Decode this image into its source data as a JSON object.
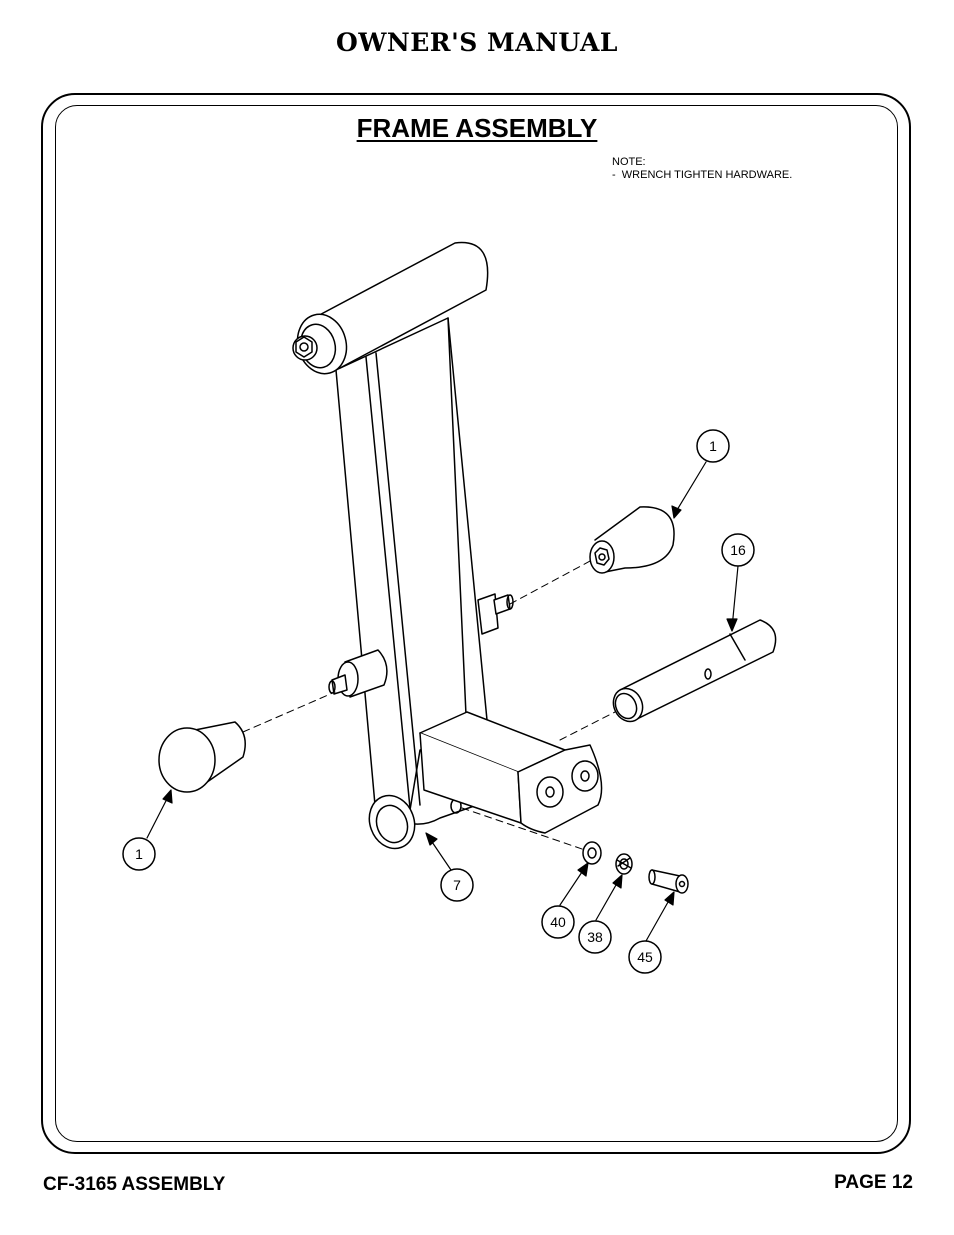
{
  "header": {
    "title": "OWNER'S MANUAL"
  },
  "section": {
    "title": "FRAME ASSEMBLY"
  },
  "note": {
    "heading": "NOTE:",
    "line1": "-  WRENCH TIGHTEN HARDWARE."
  },
  "callouts": [
    "1",
    "16",
    "1",
    "7",
    "40",
    "38",
    "45"
  ],
  "footer": {
    "model": "CF-3165 ASSEMBLY",
    "page": "PAGE 12"
  }
}
